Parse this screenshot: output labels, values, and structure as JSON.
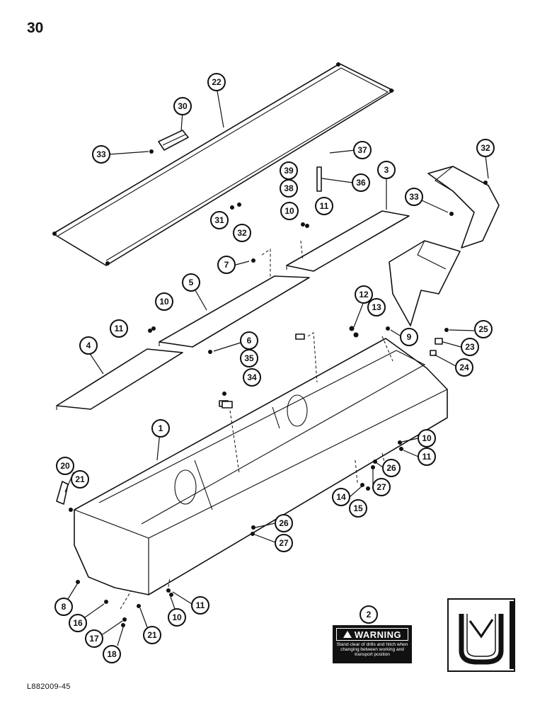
{
  "page": {
    "number": "30",
    "figure_code": "L882009-45"
  },
  "warning_decal": {
    "title": "WARNING",
    "text": "Stand clear of drills and hitch when changing between working and transport position"
  },
  "callouts": {
    "c1": "1",
    "c2": "2",
    "c3": "3",
    "c4": "4",
    "c5": "5",
    "c6": "6",
    "c7": "7",
    "c8": "8",
    "c9": "9",
    "c10a": "10",
    "c10b": "10",
    "c10c": "10",
    "c10d": "10",
    "c11a": "11",
    "c11b": "11",
    "c11c": "11",
    "c11d": "11",
    "c12": "12",
    "c13": "13",
    "c14": "14",
    "c15": "15",
    "c16": "16",
    "c17": "17",
    "c18": "18",
    "c20": "20",
    "c21a": "21",
    "c21b": "21",
    "c22": "22",
    "c23": "23",
    "c24": "24",
    "c25": "25",
    "c26a": "26",
    "c26b": "26",
    "c27a": "27",
    "c27b": "27",
    "c30": "30",
    "c31": "31",
    "c32a": "32",
    "c32b": "32",
    "c33a": "33",
    "c33b": "33",
    "c34": "34",
    "c35": "35",
    "c36": "36",
    "c37": "37",
    "c38": "38",
    "c39": "39"
  }
}
